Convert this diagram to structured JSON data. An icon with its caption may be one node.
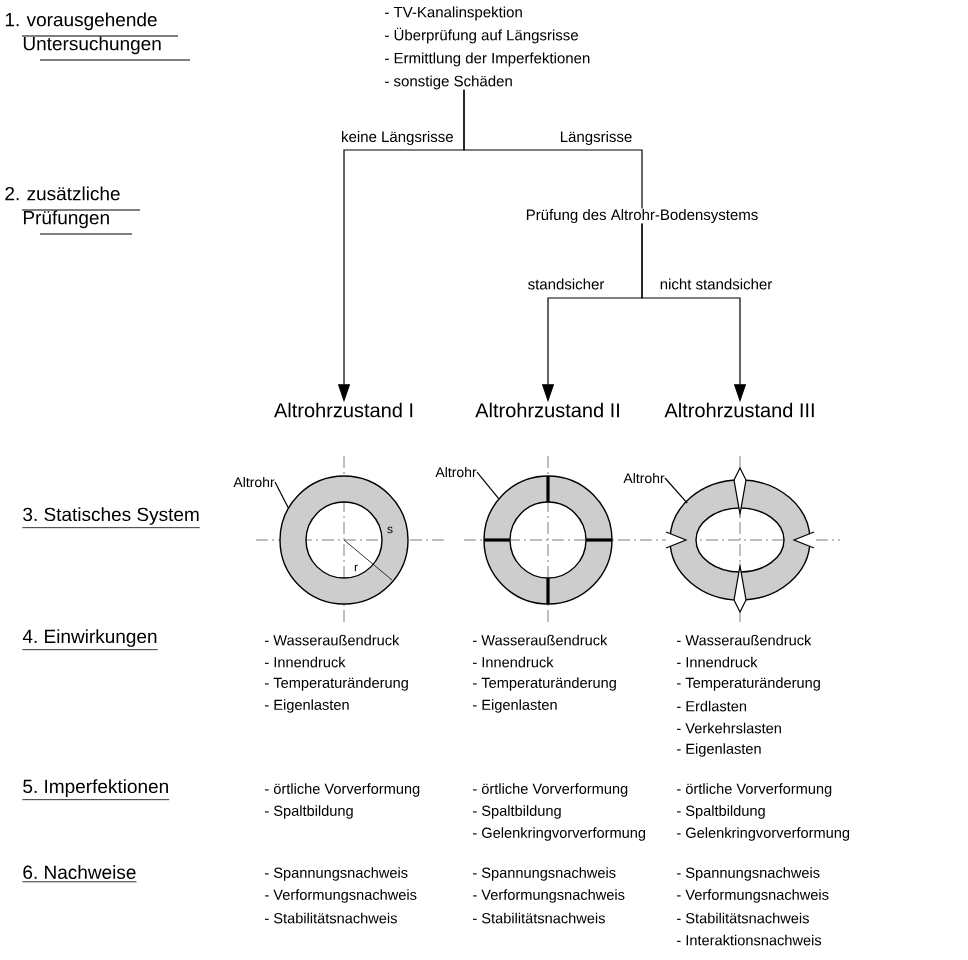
{
  "diagram": {
    "nodes": [
      {
        "text": [
          "- TV-Kanalinspektion",
          "- Überprüfung auf Längsrisse",
          "- Ermittlung der Imperfektionen",
          "- sonstige Schäden"
        ]
      },
      {
        "text": [
          "Prüfung des Altrohr-Bodensystems"
        ]
      },
      {
        "text": [
          "Altrohrzustand I"
        ]
      },
      {
        "text": [
          "Altrohrzustand II"
        ]
      },
      {
        "text": [
          "Altrohrzustand III"
        ]
      },
      {
        "text": [
          "Altrohr"
        ]
      },
      {
        "text": [],
        "shape": "circle"
      },
      {
        "text": [
          "Altrohr"
        ]
      },
      {
        "text": [],
        "shape": "circle"
      },
      {
        "text": [
          "Altrohr"
        ]
      },
      {
        "text": [],
        "shape": "ellipse"
      }
    ],
    "edges": [
      {
        "from": 0,
        "to": 2,
        "arrow": "to",
        "label": "keine Längsrisse"
      },
      {
        "from": 0,
        "to": 1,
        "arrow": "none",
        "label": "Längsrisse"
      },
      {
        "from": 1,
        "to": 3,
        "arrow": "to",
        "label": "standsicher"
      },
      {
        "from": 1,
        "to": 4,
        "arrow": "to",
        "label": "nicht standsicher"
      },
      {
        "from": 5,
        "to": 6,
        "arrow": "none"
      },
      {
        "from": 7,
        "to": 8,
        "arrow": "none"
      },
      {
        "from": 9,
        "to": 10,
        "arrow": "none"
      }
    ],
    "labels": [
      "1. vorausgehende Untersuchungen",
      "2. zusätzliche Prüfungen",
      "3. Statisches System",
      "s",
      "r",
      "4. Einwirkungen",
      "- Wasseraußendruck",
      "- Innendruck",
      "- Temperaturänderung",
      "- Eigenlasten",
      "- Wasseraußendruck",
      "- Innendruck",
      "- Temperaturänderung",
      "- Eigenlasten",
      "- Wasseraußendruck",
      "- Innendruck",
      "- Temperaturänderung",
      "- Erdlasten",
      "- Verkehrslasten",
      "- Eigenlasten",
      "5. Imperfektionen",
      "- örtliche Vorverformung",
      "- Spaltbildung",
      "- örtliche Vorverformung",
      "- Spaltbildung",
      "- Gelenkringvorverformung",
      "- örtliche Vorverformung",
      "- Spaltbildung",
      "- Gelenkringvorverformung",
      "6. Nachweise",
      "- Spannungsnachweis",
      "- Verformungsnachweis",
      "- Stabilitätsnachweis",
      "- Spannungsnachweis",
      "- Verformungsnachweis",
      "- Stabilitätsnachweis",
      "- Spannungsnachweis",
      "- Verformungsnachweis",
      "- Stabilitätsnachweis",
      "- Interaktionsnachweis"
    ]
  }
}
